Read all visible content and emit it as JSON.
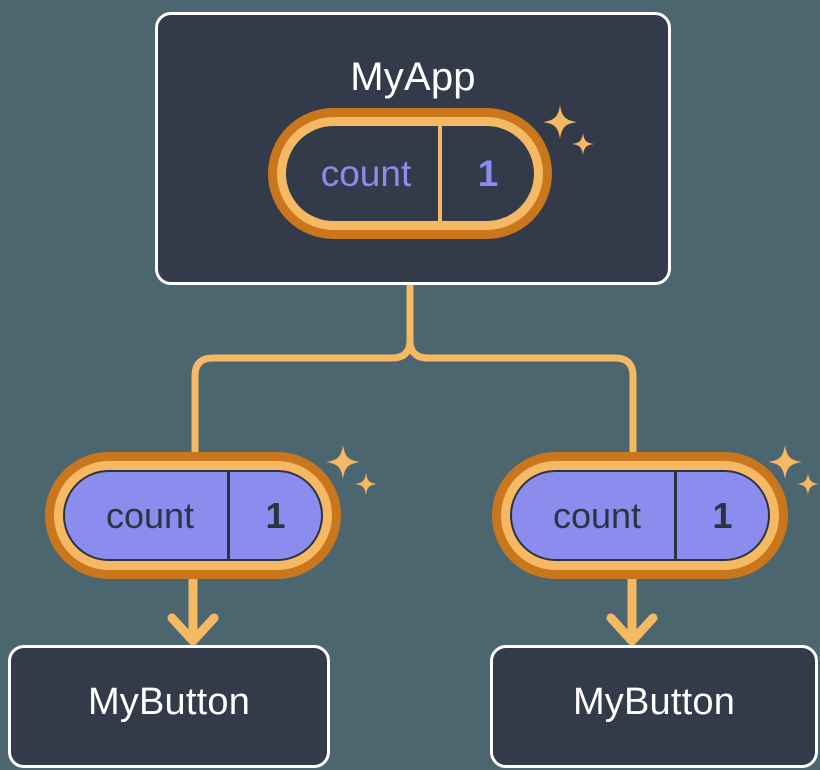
{
  "theme": {
    "background": "#4c6670",
    "card_fill": "#333a49",
    "card_border": "#ffffff",
    "ring_outer": "#c9761c",
    "ring_inner": "#f5b863",
    "state_fill": "#8b8dee",
    "state_text_on_dark": "#8b8dee",
    "state_text_on_fill": "#2d3340",
    "connector": "#f5b863",
    "sparkle": "#f5b863"
  },
  "diagram": {
    "type": "component-tree",
    "root": {
      "name": "app-card",
      "title": "MyApp",
      "state": {
        "key": "count",
        "value": "1",
        "style": "dark"
      },
      "sparkle": "sparkle-icon"
    },
    "children": [
      {
        "name": "child-left",
        "state": {
          "key": "count",
          "value": "1",
          "style": "filled"
        },
        "sparkle": "sparkle-icon",
        "arrow": "arrow-down-icon",
        "leaf": {
          "title": "MyButton"
        }
      },
      {
        "name": "child-right",
        "state": {
          "key": "count",
          "value": "1",
          "style": "filled"
        },
        "sparkle": "sparkle-icon",
        "arrow": "arrow-down-icon",
        "leaf": {
          "title": "MyButton"
        }
      }
    ]
  }
}
